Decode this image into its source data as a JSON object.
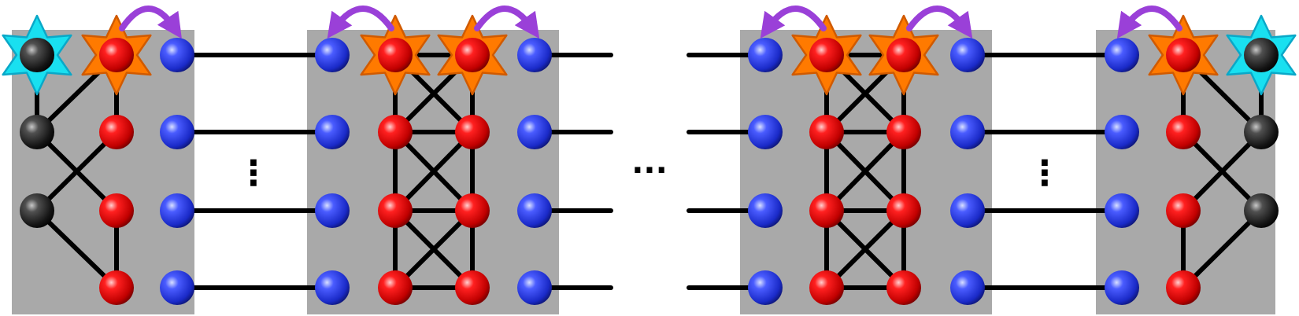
{
  "diagram": {
    "title": "",
    "panel_color": "#a9a9a9",
    "colors": {
      "edge": "#000000",
      "black_node": "#1a1a1a",
      "red_node": "#e00000",
      "blue_node": "#2233dd",
      "star_orange": "#ff7a00",
      "star_cyan": "#19e0f0",
      "arrow_purple": "#9a40d8"
    },
    "legend": [],
    "ellipsis_vertical": "⋮",
    "ellipsis_horizontal": "···",
    "blocks": [
      {
        "id": "left-end",
        "columns": [
          "black",
          "red",
          "blue"
        ],
        "star_row0": {
          "black": "cyan",
          "red": "orange"
        },
        "arrow": "right"
      },
      {
        "id": "bulk-1",
        "columns": [
          "blue",
          "red",
          "red",
          "blue"
        ],
        "star_row0": {
          "red": "orange"
        },
        "arrows": [
          "left",
          "right"
        ]
      },
      {
        "id": "bulk-2",
        "columns": [
          "blue",
          "red",
          "red",
          "blue"
        ],
        "star_row0": {
          "red": "orange"
        },
        "arrows": [
          "left",
          "right"
        ]
      },
      {
        "id": "right-end",
        "columns": [
          "blue",
          "red",
          "black"
        ],
        "star_row0": {
          "red": "orange",
          "black": "cyan"
        },
        "arrow": "left"
      }
    ]
  }
}
